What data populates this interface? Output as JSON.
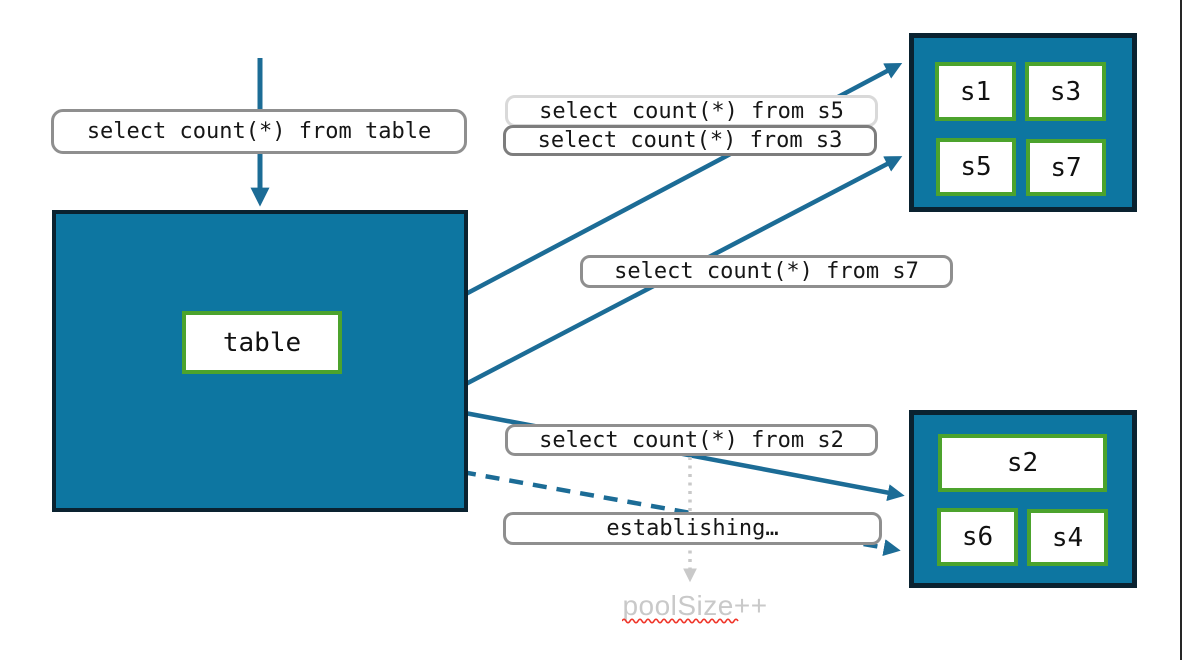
{
  "colors": {
    "teal_fill": "#0d76a1",
    "dark_navy_border": "#0a2230",
    "arrow_blue": "#1c6c96",
    "green_border": "#4ca32d",
    "label_border_gray": "#8f8f8f",
    "label_border_light": "#d9d9d9",
    "muted_gray": "#c9c9c9",
    "squiggle_red": "#f03428"
  },
  "query_labels": {
    "table": "select count(*) from table",
    "s5": "select count(*) from s5",
    "s3": "select count(*) from s3",
    "s7": "select count(*) from s7",
    "s2": "select count(*) from s2"
  },
  "status_labels": {
    "establishing": "establishing…",
    "pool_size": "poolSize++"
  },
  "main_table": {
    "label": "table"
  },
  "shard_groups": [
    {
      "id": "top-right",
      "items": [
        "s1",
        "s3",
        "s5",
        "s7"
      ]
    },
    {
      "id": "bottom-right",
      "items": [
        "s2",
        "s6",
        "s4"
      ]
    }
  ]
}
